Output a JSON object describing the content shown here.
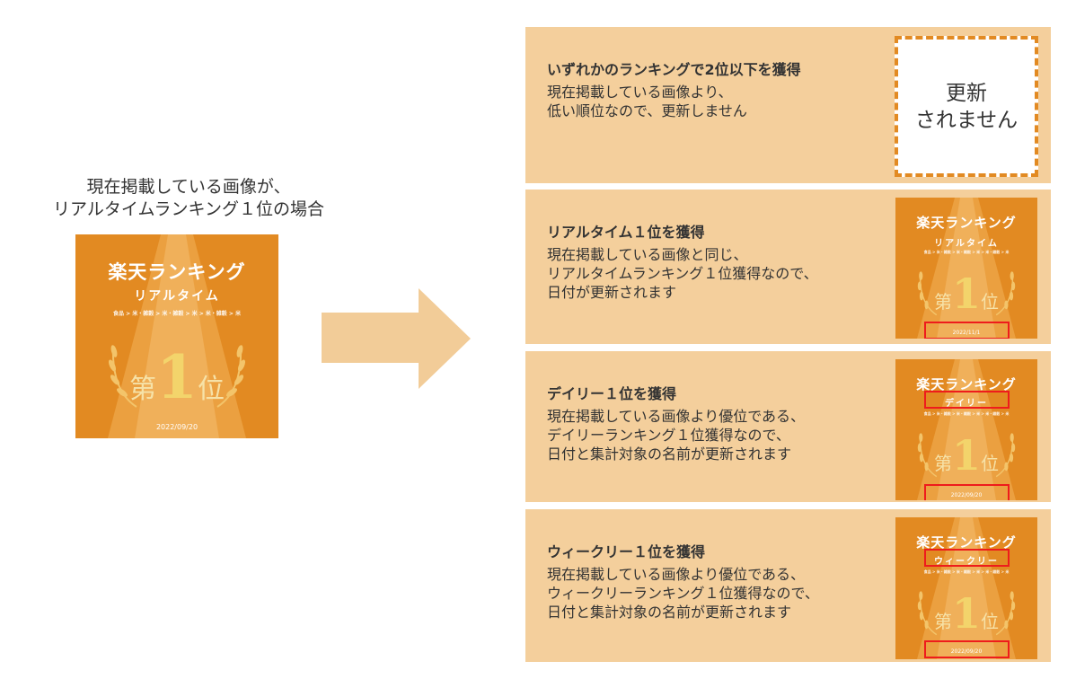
{
  "left": {
    "caption_line1": "現在掲載している画像が、",
    "caption_line2": "リアルタイムランキング１位の場合",
    "badge": {
      "title": "楽天ランキング",
      "subtitle": "リアルタイム",
      "category": "食品 > 米・雑穀 > 米・雑穀 > 米 > 米・雑穀 > 米",
      "rank_prefix": "第",
      "rank_number": "1",
      "rank_suffix": "位",
      "date": "2022/09/20"
    }
  },
  "panels": [
    {
      "title": "いずれかのランキングで2位以下を獲得",
      "desc_lines": [
        "現在掲載している画像より、",
        "低い順位なので、更新しません"
      ],
      "box_line1": "更新",
      "box_line2": "されません"
    },
    {
      "title": "リアルタイム１位を獲得",
      "desc_lines": [
        "現在掲載している画像と同じ、",
        "リアルタイムランキング１位獲得なので、",
        "日付が更新されます"
      ],
      "badge": {
        "title": "楽天ランキング",
        "subtitle": "リアルタイム",
        "category": "食品 > 米・雑穀 > 米・雑穀 > 米 > 米・雑穀 > 米",
        "rank_prefix": "第",
        "rank_number": "1",
        "rank_suffix": "位",
        "date": "2022/11/1"
      }
    },
    {
      "title": "デイリー１位を獲得",
      "desc_lines": [
        "現在掲載している画像より優位である、",
        "デイリーランキング１位獲得なので、",
        "日付と集計対象の名前が更新されます"
      ],
      "badge": {
        "title": "楽天ランキング",
        "subtitle": "デイリー",
        "category": "食品 > 米・雑穀 > 米・雑穀 > 米 > 米・雑穀 > 米",
        "rank_prefix": "第",
        "rank_number": "1",
        "rank_suffix": "位",
        "date": "2022/09/20"
      }
    },
    {
      "title": "ウィークリー１位を獲得",
      "desc_lines": [
        "現在掲載している画像より優位である、",
        "ウィークリーランキング１位獲得なので、",
        "日付と集計対象の名前が更新されます"
      ],
      "badge": {
        "title": "楽天ランキング",
        "subtitle": "ウィークリー",
        "category": "食品 > 米・雑穀 > 米・雑穀 > 米 > 米・雑穀 > 米",
        "rank_prefix": "第",
        "rank_number": "1",
        "rank_suffix": "位",
        "date": "2022/09/20"
      }
    }
  ],
  "colors": {
    "badge_orange": "#e28a22",
    "panel_bg": "#f4cf9c",
    "arrow": "#f2cc98",
    "highlight_red": "#ee1c1c",
    "dashed_border": "#e28a22"
  }
}
